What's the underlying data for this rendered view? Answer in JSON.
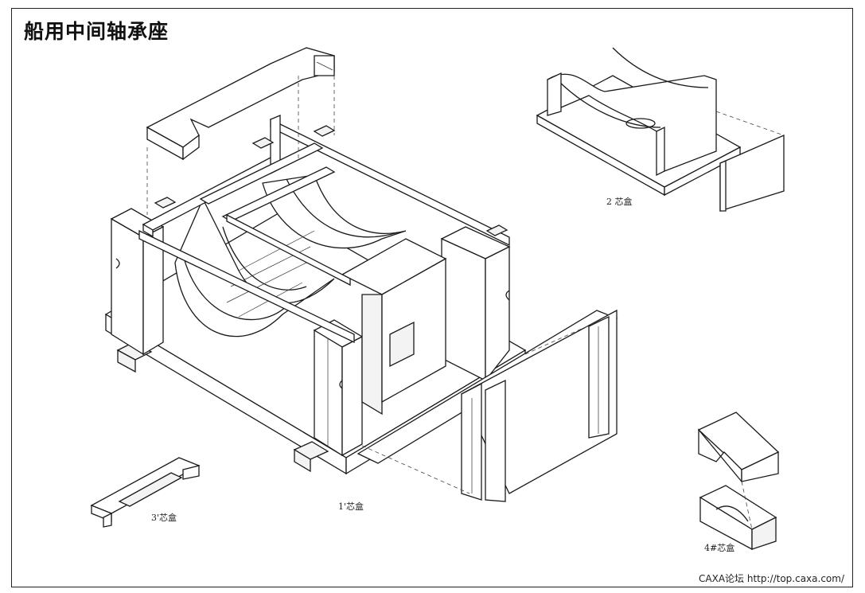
{
  "title": "船用中间轴承座",
  "labels": {
    "core_box_1": "1'芯盒",
    "core_box_2": "2 芯盒",
    "core_box_3": "3'芯盒",
    "core_box_4": "4#芯盒"
  },
  "footer": "CAXA论坛 http://top.caxa.com/"
}
